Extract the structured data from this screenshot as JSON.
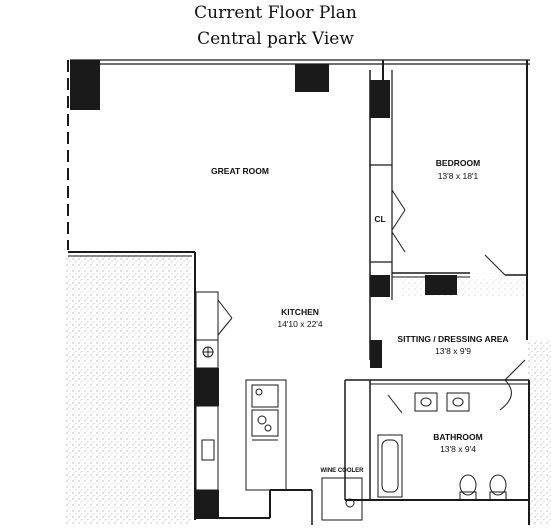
{
  "header": {
    "title": "Current Floor Plan",
    "subtitle": "Central park View"
  },
  "rooms": {
    "great_room": {
      "name": "GREAT ROOM"
    },
    "bedroom": {
      "name": "BEDROOM",
      "size": "13'8 x 18'1"
    },
    "closet": {
      "name": "CL"
    },
    "kitchen": {
      "name": "KITCHEN",
      "size": "14'10 x 22'4"
    },
    "sitting": {
      "name": "SITTING / DRESSING AREA",
      "size": "13'8 x 9'9"
    },
    "bathroom": {
      "name": "BATHROOM",
      "size": "13'8 x 9'4"
    },
    "wine_cooler": {
      "name": "WINE COOLER"
    }
  },
  "colors": {
    "wall": "#1a1a1a",
    "stipple": "#9a9a9a",
    "background": "#ffffff"
  }
}
